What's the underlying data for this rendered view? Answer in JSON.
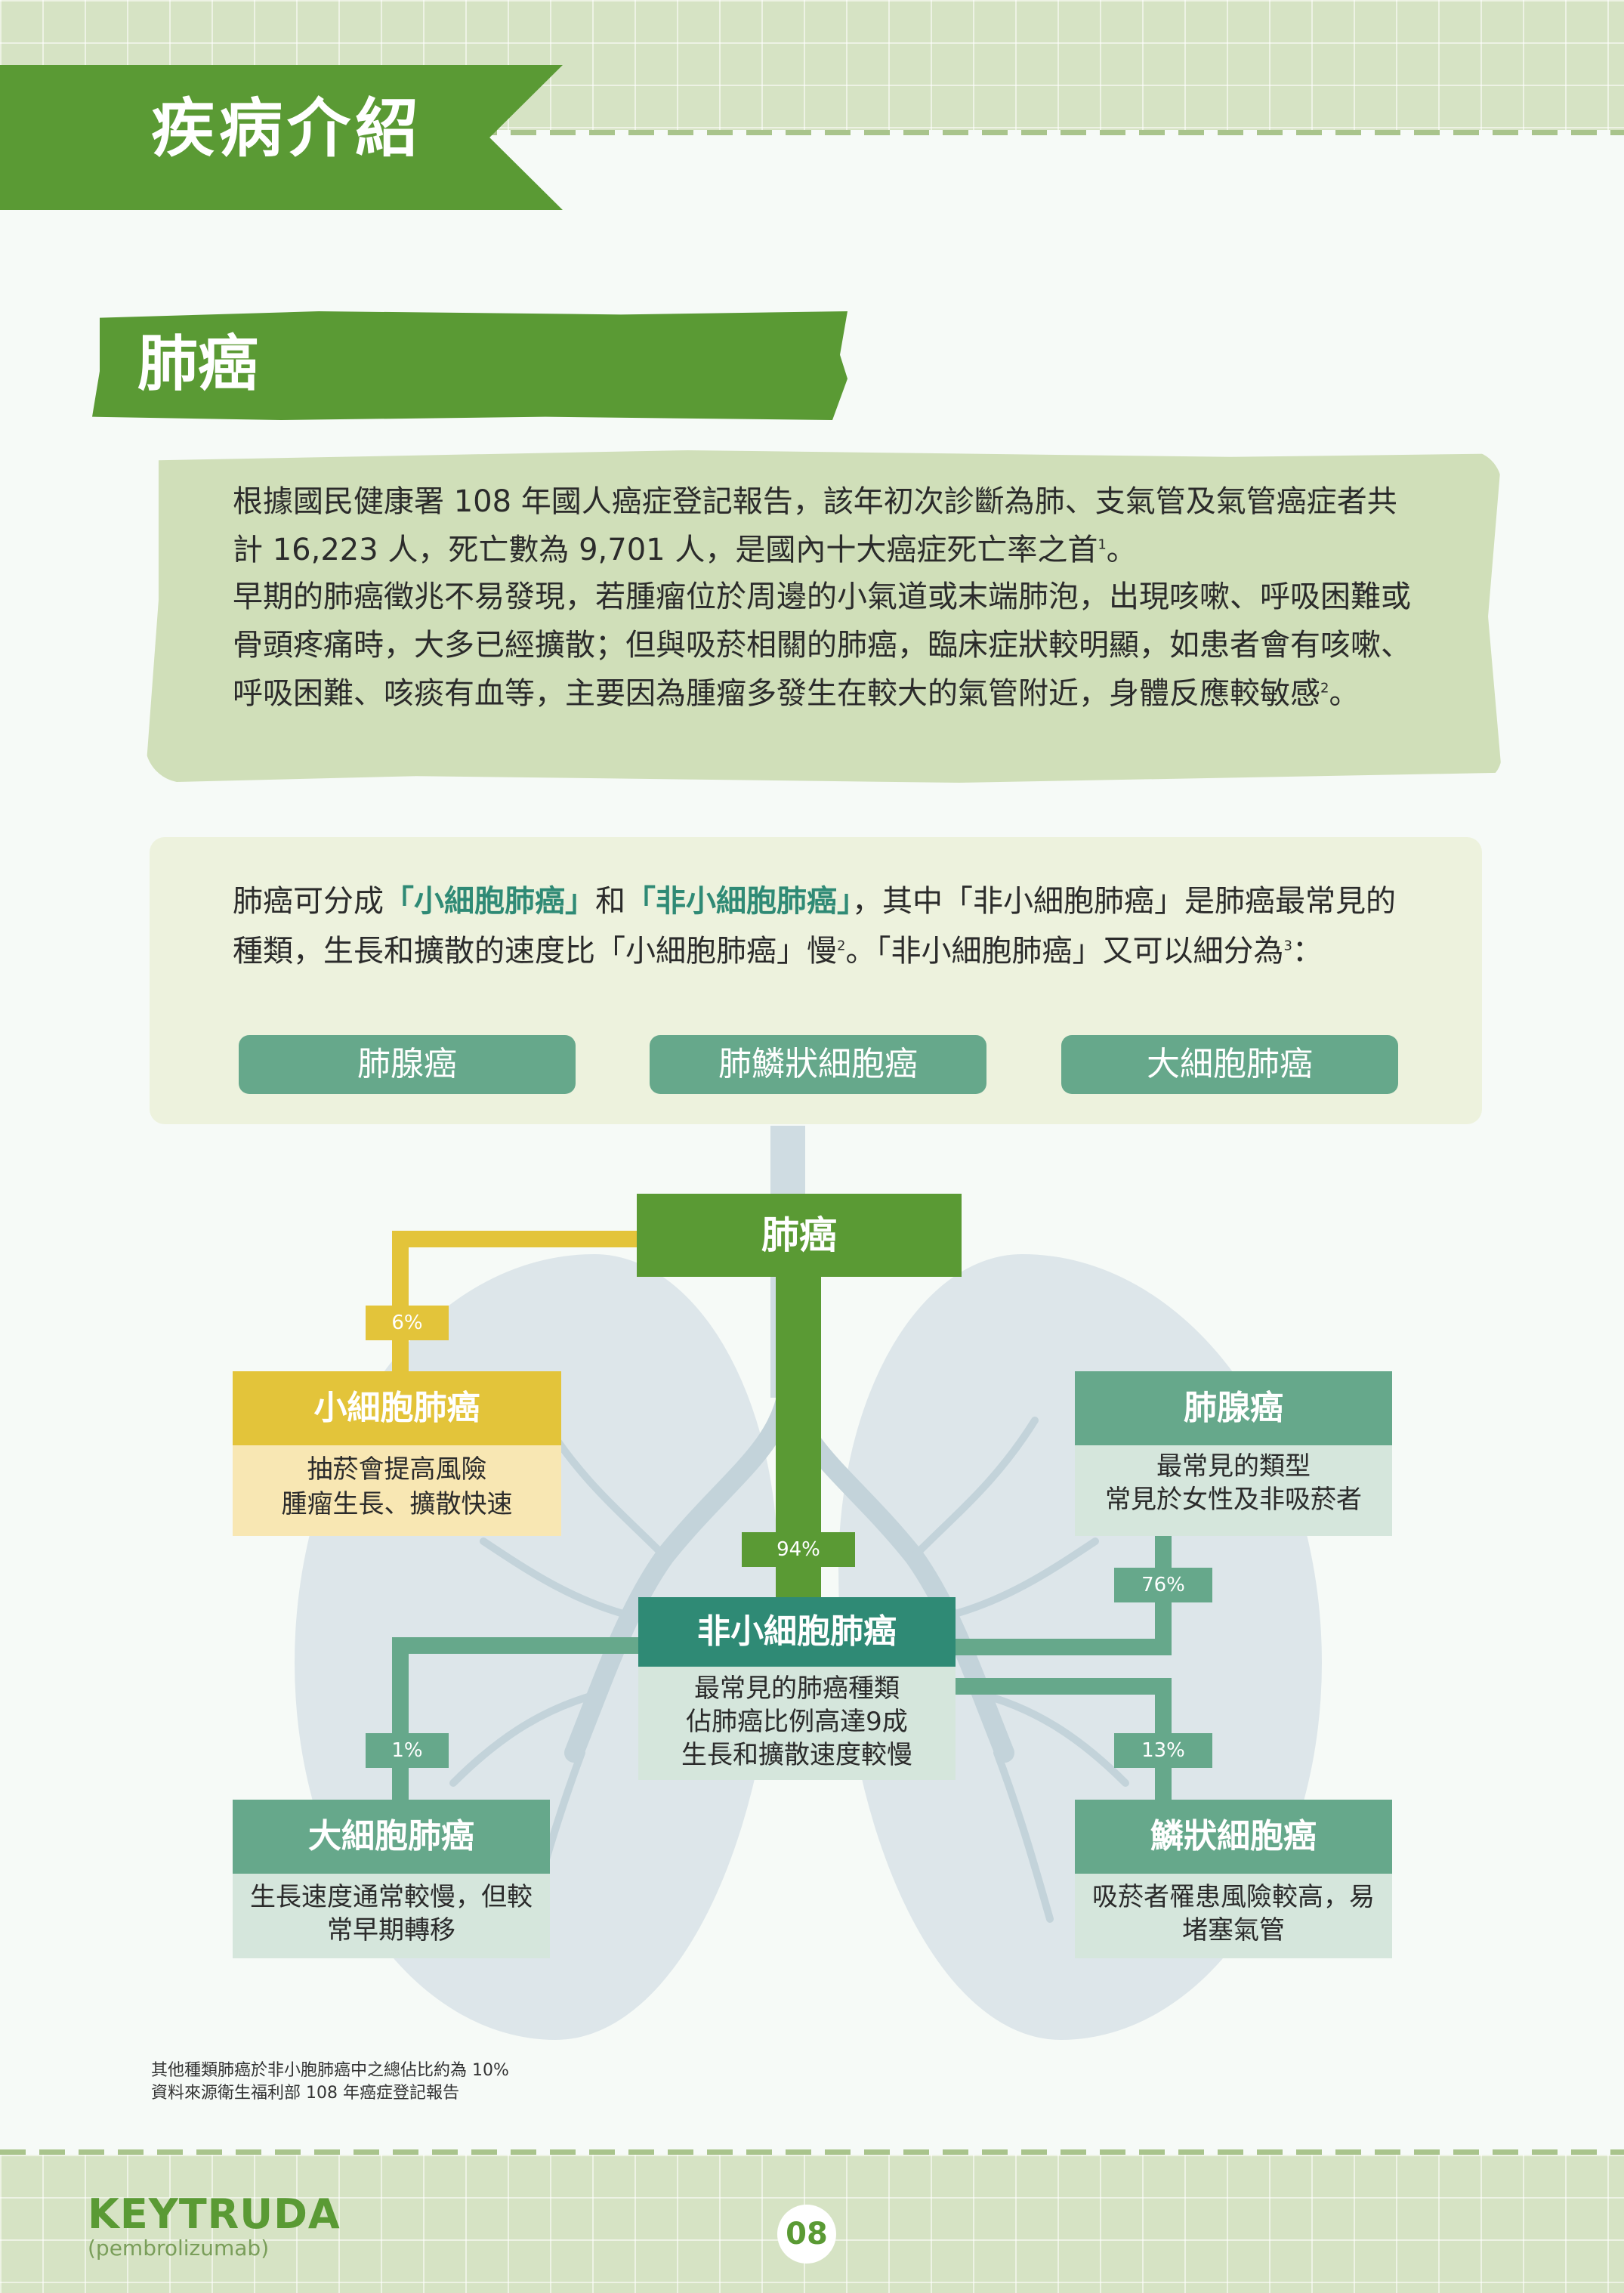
{
  "header": {
    "title": "疾病介紹"
  },
  "section": {
    "title": "肺癌"
  },
  "intro": {
    "p1_a": "根據國民健康署 108 年國人癌症登記報告，該年初次診斷為肺、支氣管及氣管癌症者共計 16,223 人，死亡數為 9,701 人，是國內十大癌症死亡率之首",
    "p1_sup": "1",
    "p1_b": "。",
    "p2_a": "早期的肺癌徵兆不易發現，若腫瘤位於周邊的小氣道或末端肺泡，出現咳嗽、呼吸困難或骨頭疼痛時，大多已經擴散；但與吸菸相關的肺癌，臨床症狀較明顯，如患者會有咳嗽、呼吸困難、咳痰有血等，主要因為腫瘤多發生在較大的氣管附近，身體反應較敏感",
    "p2_sup": "2",
    "p2_b": "。"
  },
  "types": {
    "t_a": "肺癌可分成",
    "t_hl1": "「小細胞肺癌」",
    "t_b": "和",
    "t_hl2": "「非小細胞肺癌」",
    "t_c": "，其中「非小細胞肺癌」是肺癌最常見的種類，生長和擴散的速度比「小細胞肺癌」慢",
    "t_sup1": "2",
    "t_d": "。「非小細胞肺癌」又可以細分為",
    "t_sup2": "3",
    "t_e": "：",
    "pills": [
      "肺腺癌",
      "肺鱗狀細胞癌",
      "大細胞肺癌"
    ]
  },
  "diagram": {
    "root": "肺癌",
    "sclc": {
      "title": "小細胞肺癌",
      "pct": "6%",
      "desc1": "抽菸會提高風險",
      "desc2": "腫瘤生長、擴散快速"
    },
    "nsclc": {
      "title": "非小細胞肺癌",
      "pct": "94%",
      "desc1": "最常見的肺癌種類",
      "desc2": "佔肺癌比例高達9成",
      "desc3": "生長和擴散速度較慢"
    },
    "adeno": {
      "title": "肺腺癌",
      "pct": "76%",
      "desc1": "最常見的類型",
      "desc2": "常見於女性及非吸菸者"
    },
    "squamous": {
      "title": "鱗狀細胞癌",
      "pct": "13%",
      "desc1": "吸菸者罹患風險較高，易",
      "desc2": "堵塞氣管"
    },
    "large": {
      "title": "大細胞肺癌",
      "pct": "1%",
      "desc1": "生長速度通常較慢，但較",
      "desc2": "常早期轉移"
    }
  },
  "footnotes": {
    "line1": "其他種類肺癌於非小胞肺癌中之總佔比約為 10%",
    "line2": "資料來源衛生福利部 108 年癌症登記報告"
  },
  "footer": {
    "brand": "KEYTRUDA",
    "brand_sub": "(pembrolizumab)",
    "page": "08"
  },
  "colors": {
    "green": "#5a9a34",
    "teal": "#2f8a75",
    "sage": "#66a88b",
    "yellow": "#e3c43a",
    "pale_yellow": "#f8e7b3",
    "pale_sage": "#d5e6dc"
  }
}
